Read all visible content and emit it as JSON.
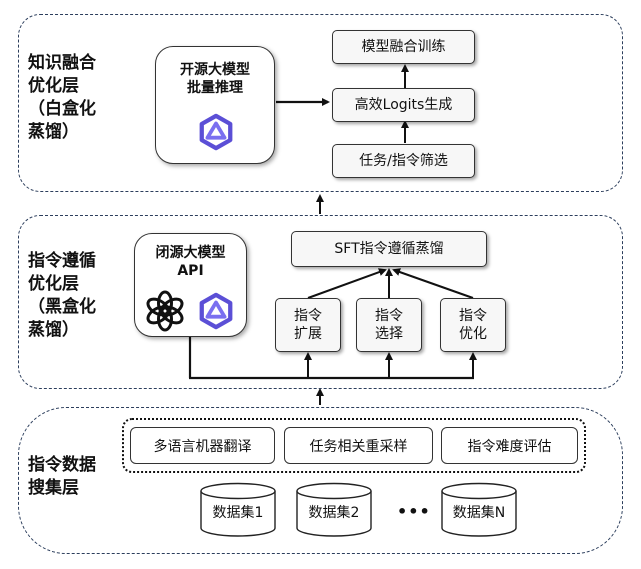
{
  "layers": {
    "fusion": {
      "title": "知识融合\n优化层\n（白盒化\n蒸馏）"
    },
    "instruct": {
      "title": "指令遵循\n优化层\n（黑盒化\n蒸馏）"
    },
    "data": {
      "title": "指令数据\n搜集层"
    }
  },
  "fusion_layer": {
    "open_model_box": "开源大模型\n批量推理",
    "model_fusion_training": "模型融合训练",
    "logits_generation": "高效Logits生成",
    "task_filter": "任务/指令筛选",
    "icons": [
      "qwen-logo-icon"
    ]
  },
  "instruct_layer": {
    "closed_model_box": "闭源大模型\nAPI",
    "sft_box": "SFT指令遵循蒸馏",
    "expand": "指令\n扩展",
    "select": "指令\n选择",
    "optimize": "指令\n优化",
    "icons": [
      "openai-logo-icon",
      "qwen-logo-icon"
    ]
  },
  "data_layer": {
    "translation": "多语言机器翻译",
    "resampling": "任务相关重采样",
    "difficulty": "指令难度评估",
    "datasets": [
      "数据集1",
      "数据集2",
      "数据集N"
    ],
    "ellipsis": "•••"
  },
  "colors": {
    "border": "#2c3e5c",
    "qwen_purple": "#5b4fd6",
    "box_fill": "#f7f7f7"
  }
}
